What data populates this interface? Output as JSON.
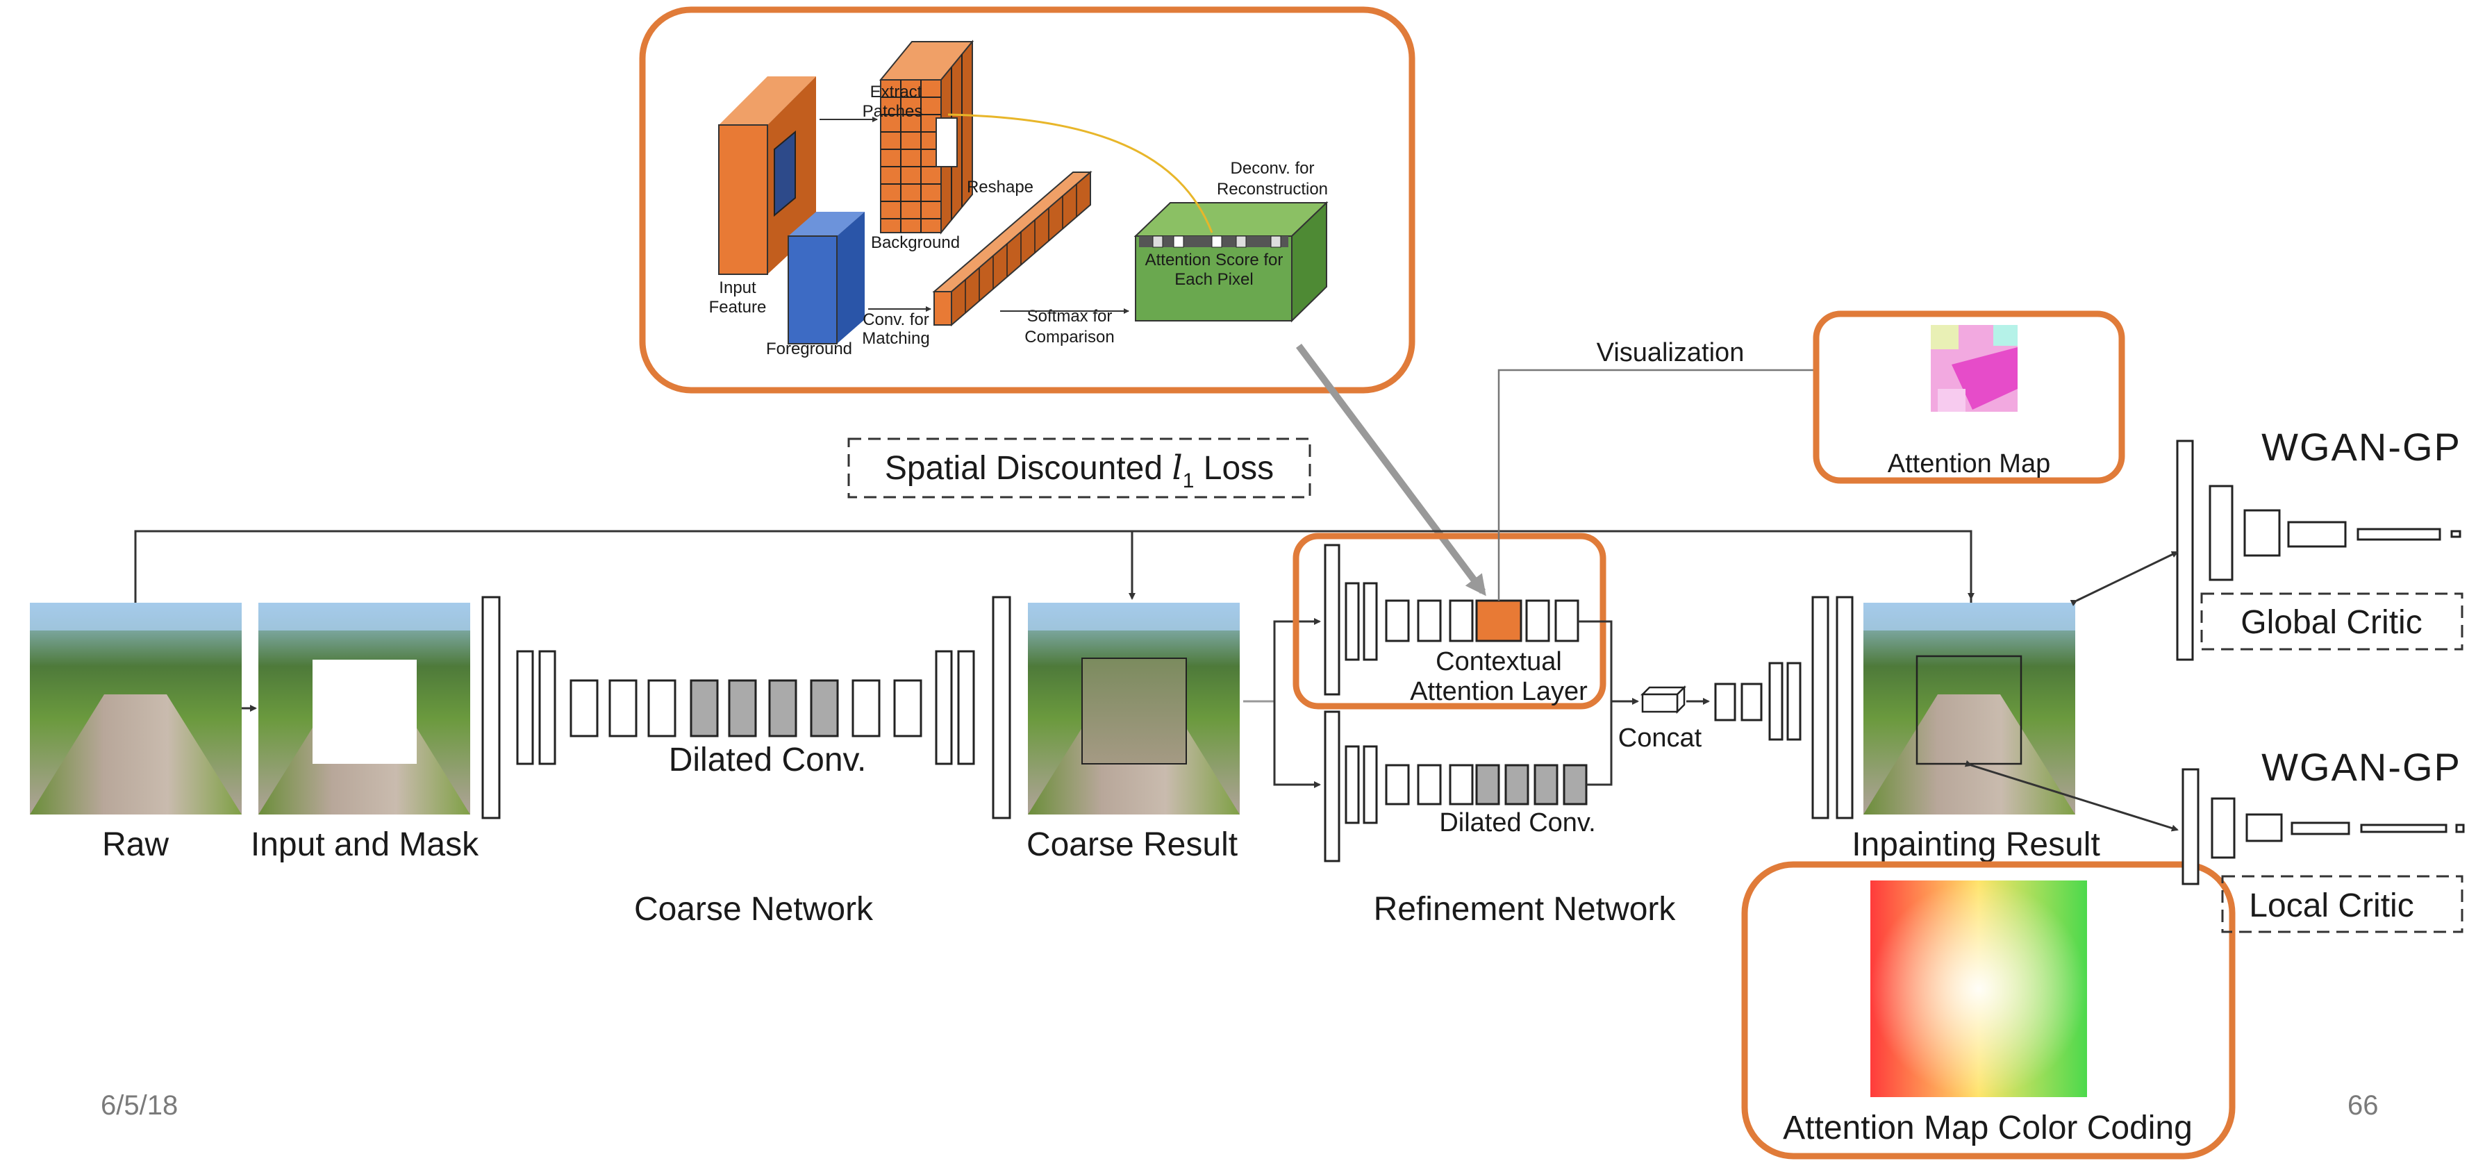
{
  "labels": {
    "raw": "Raw",
    "input_mask": "Input and Mask",
    "dilated_conv_coarse": "Dilated Conv.",
    "coarse_result": "Coarse Result",
    "coarse_network": "Coarse Network",
    "spatial_loss_prefix": "Spatial Discounted ",
    "spatial_loss_l": "l",
    "spatial_loss_sub": "1",
    "spatial_loss_suffix": " Loss",
    "contextual_line1": "Contextual",
    "contextual_line2": "Attention Layer",
    "dilated_conv_refine": "Dilated Conv.",
    "refinement_network": "Refinement Network",
    "concat": "Concat",
    "visualization": "Visualization",
    "attention_map": "Attention Map",
    "inpainting_result": "Inpainting Result",
    "attention_color_coding": "Attention Map Color Coding",
    "wgan_global": "WGAN-GP",
    "global_critic": "Global Critic",
    "wgan_local": "WGAN-GP",
    "local_critic": "Local Critic"
  },
  "inset": {
    "extract_patches_1": "Extract",
    "extract_patches_2": "Patches",
    "background": "Background",
    "reshape": "Reshape",
    "input_feature_1": "Input",
    "input_feature_2": "Feature",
    "foreground": "Foreground",
    "conv_matching_1": "Conv. for",
    "conv_matching_2": "Matching",
    "softmax_1": "Softmax for",
    "softmax_2": "Comparison",
    "deconv_1": "Deconv. for",
    "deconv_2": "Reconstruction",
    "attention_score_1": "Attention Score for",
    "attention_score_2": "Each Pixel"
  },
  "footer": {
    "date": "6/5/18",
    "page": "66"
  },
  "colors": {
    "highlight_orange": "#E07B39",
    "feature_orange": "#E87A35",
    "foreground_blue": "#3D6BC4",
    "attention_green": "#6AA84F",
    "gray_fill": "#AAAAAA",
    "arrow_gray": "#999999"
  }
}
